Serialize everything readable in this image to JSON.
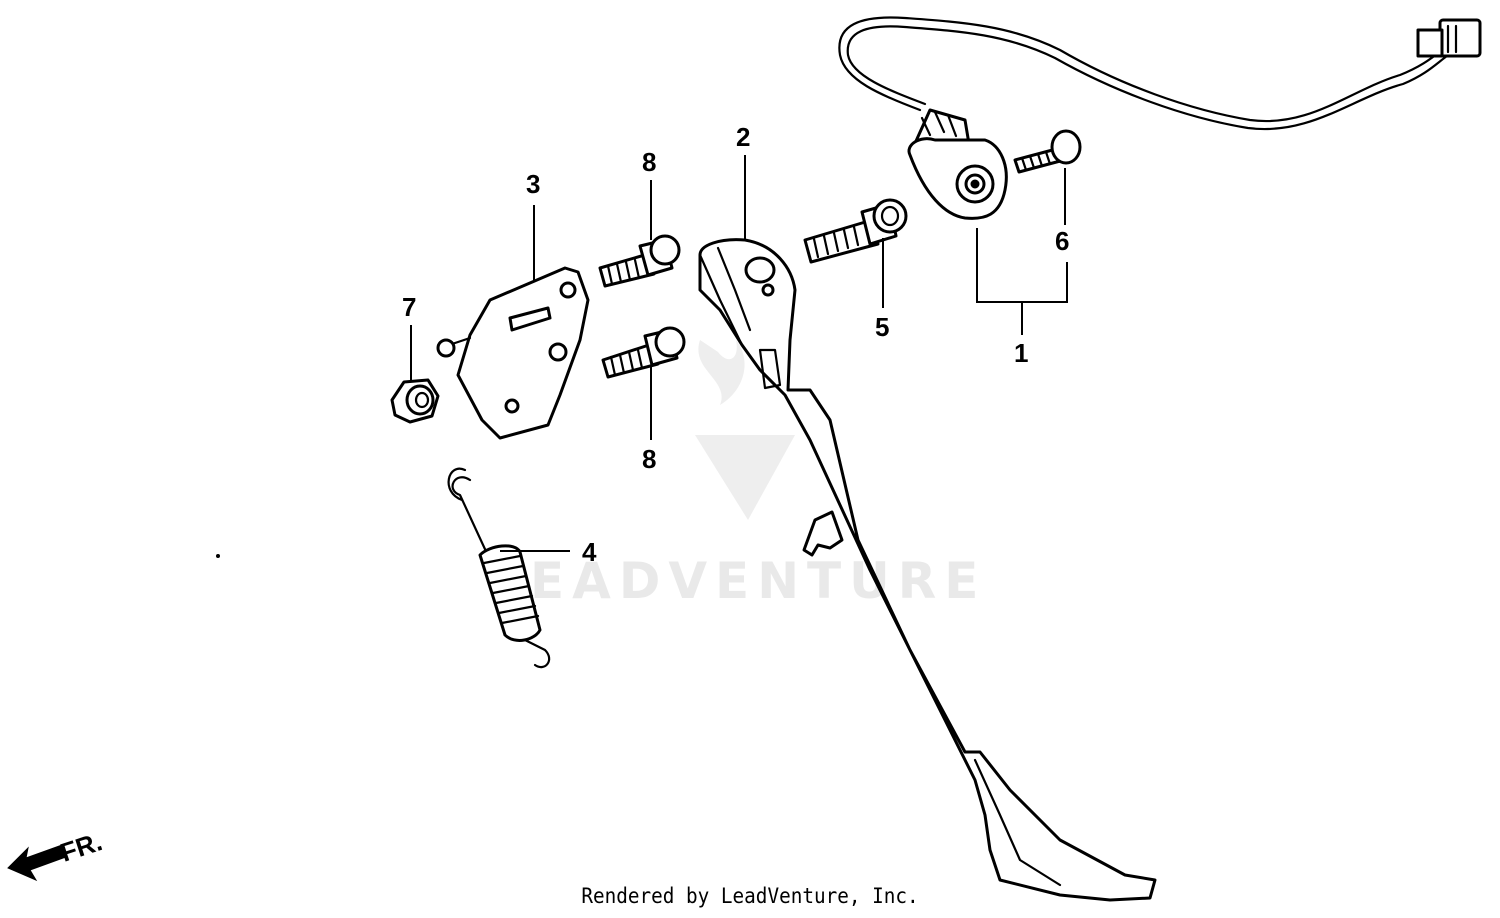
{
  "diagram": {
    "callouts": [
      "1",
      "2",
      "3",
      "4",
      "5",
      "6",
      "7",
      "8",
      "8"
    ],
    "direction_indicator": "FR.",
    "watermark_text": "EADVENTURE",
    "footer": "Rendered by LeadVenture, Inc."
  }
}
